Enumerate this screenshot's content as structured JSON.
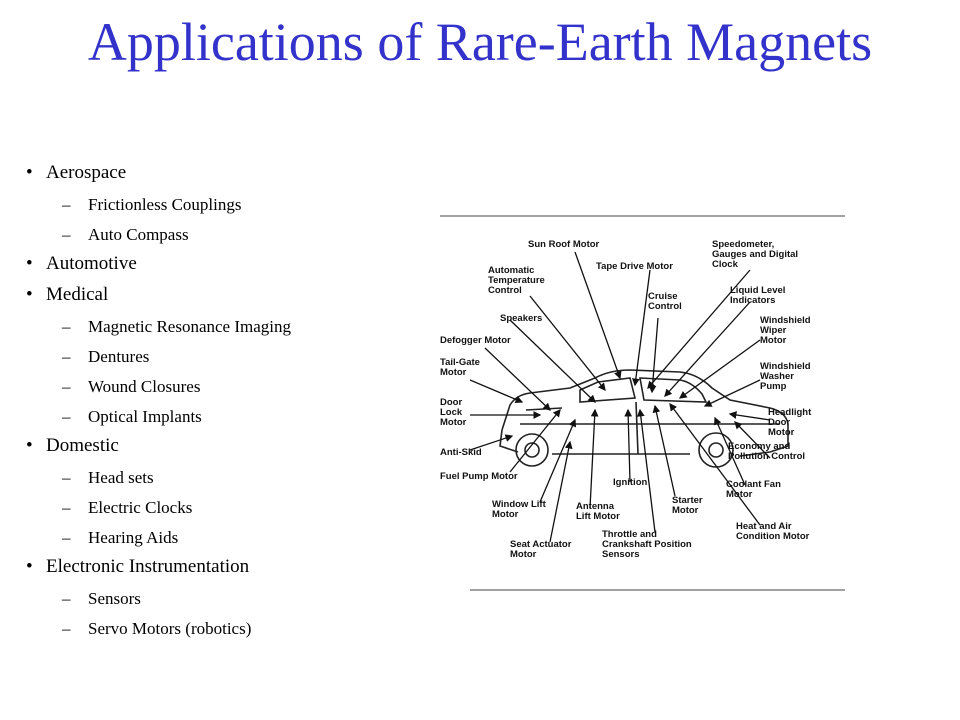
{
  "title": "Applications of Rare-Earth Magnets",
  "bullet_glyph": "•",
  "dash_glyph": "–",
  "categories": [
    {
      "label": "Aerospace",
      "items": [
        "Frictionless Couplings",
        "Auto Compass"
      ]
    },
    {
      "label": "Automotive",
      "items": []
    },
    {
      "label": "Medical",
      "items": [
        "Magnetic Resonance Imaging",
        "Dentures",
        "Wound Closures",
        "Optical Implants"
      ]
    },
    {
      "label": "Domestic",
      "items": [
        "Head sets",
        "Electric Clocks",
        "Hearing Aids"
      ]
    },
    {
      "label": "Electronic Instrumentation",
      "items": [
        "Sensors",
        "Servo Motors (robotics)"
      ]
    }
  ],
  "diagram": {
    "labels": {
      "sun_roof": "Sun Roof Motor",
      "speedometer": "Speedometer,\nGauges and Digital\nClock",
      "auto_temp": "Automatic\nTemperature\nControl",
      "tape_drive": "Tape Drive Motor",
      "liquid_level": "Liquid Level\nIndicators",
      "cruise": "Cruise\nControl",
      "speakers": "Speakers",
      "wiper": "Windshield\nWiper\nMotor",
      "defogger": "Defogger Motor",
      "washer": "Windshield\nWasher\nPump",
      "tailgate": "Tail-Gate\nMotor",
      "door_lock": "Door\nLock\nMotor",
      "headlight": "Headlight\nDoor\nMotor",
      "anti_skid": "Anti-Skid",
      "economy": "Economy and\nPollution Control",
      "fuel_pump": "Fuel Pump Motor",
      "ignition": "Ignition",
      "coolant": "Coolant Fan\nMotor",
      "window_lift": "Window Lift\nMotor",
      "antenna": "Antenna\nLift Motor",
      "starter": "Starter\nMotor",
      "heat_air": "Heat and Air\nCondition Motor",
      "seat": "Seat Actuator\nMotor",
      "throttle": "Throttle and\nCrankshaft Position\nSensors"
    }
  }
}
